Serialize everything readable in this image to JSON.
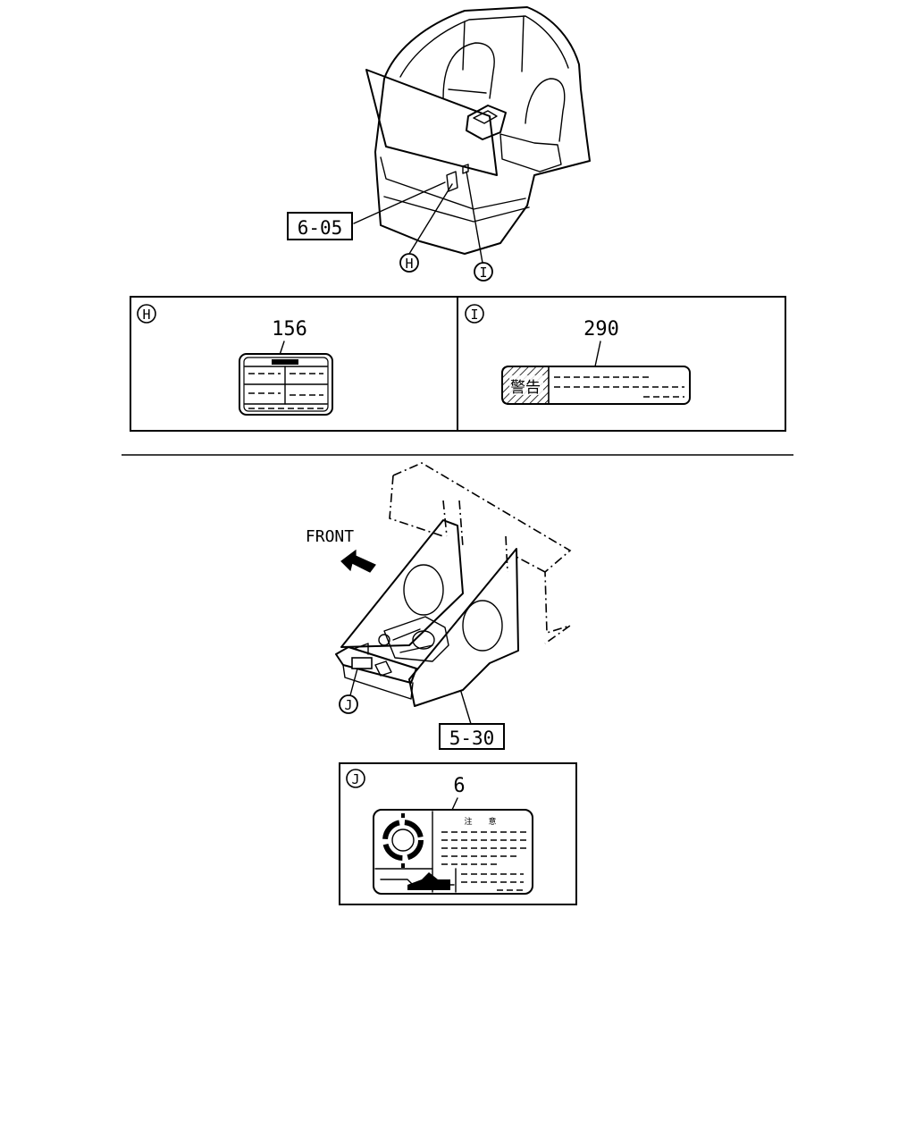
{
  "refs": {
    "cab_ref": "6-05",
    "frame_ref": "5-30"
  },
  "callouts": {
    "h": "H",
    "i": "I",
    "j": "J"
  },
  "parts": {
    "h_part": "156",
    "i_part": "290",
    "j_part": "6"
  },
  "labels": {
    "front": "FRONT",
    "warning_kanji": "警告",
    "caution_kanji_1": "注",
    "caution_kanji_2": "意"
  }
}
